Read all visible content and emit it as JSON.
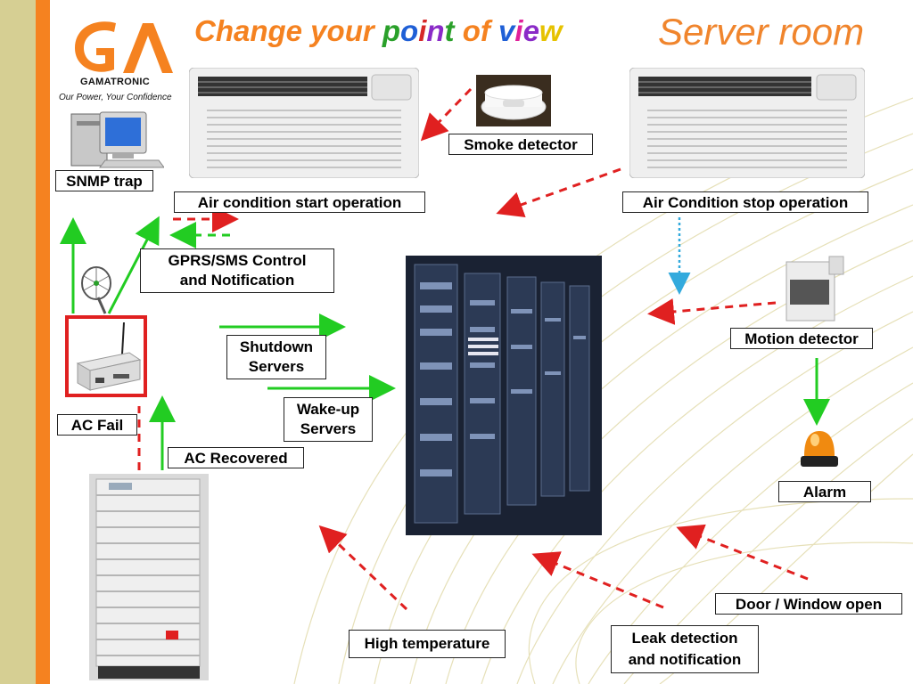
{
  "header": {
    "title_words": [
      {
        "text": "Change your ",
        "color": "#f58220"
      },
      {
        "text": "p",
        "color": "#2aa02a"
      },
      {
        "text": "o",
        "color": "#1f5fd6"
      },
      {
        "text": "i",
        "color": "#d62828"
      },
      {
        "text": "n",
        "color": "#8a2bc7"
      },
      {
        "text": "t",
        "color": "#2aa02a"
      },
      {
        "text": " of ",
        "color": "#f58220"
      },
      {
        "text": "v",
        "color": "#1f5fd6"
      },
      {
        "text": "i",
        "color": "#e0209a"
      },
      {
        "text": "e",
        "color": "#8a2bc7"
      },
      {
        "text": "w",
        "color": "#e6c200"
      }
    ],
    "subtitle": "Server room"
  },
  "logo": {
    "brand": "GAMATRONIC",
    "tagline": "Our Power, Your Confidence",
    "color": "#f58220"
  },
  "labels": {
    "snmp_trap": "SNMP trap",
    "air_start": "Air condition start operation",
    "air_stop": "Air Condition stop operation",
    "smoke": "Smoke detector",
    "gprs_line1": "GPRS/SMS Control",
    "gprs_line2": "and Notification",
    "shutdown_line1": "Shutdown",
    "shutdown_line2": "Servers",
    "wakeup_line1": "Wake-up",
    "wakeup_line2": "Servers",
    "ac_fail": "AC  Fail",
    "ac_recovered": "AC  Recovered",
    "motion": "Motion detector",
    "alarm": "Alarm",
    "door": "Door / Window open",
    "leak_line1": "Leak detection",
    "leak_line2": "and notification",
    "high_temp": "High temperature"
  },
  "colors": {
    "arrow_red": "#e02020",
    "arrow_green": "#22cc22",
    "arrow_blue": "#33aadd",
    "left_bar": "#d6cf93",
    "accent": "#f58220"
  }
}
